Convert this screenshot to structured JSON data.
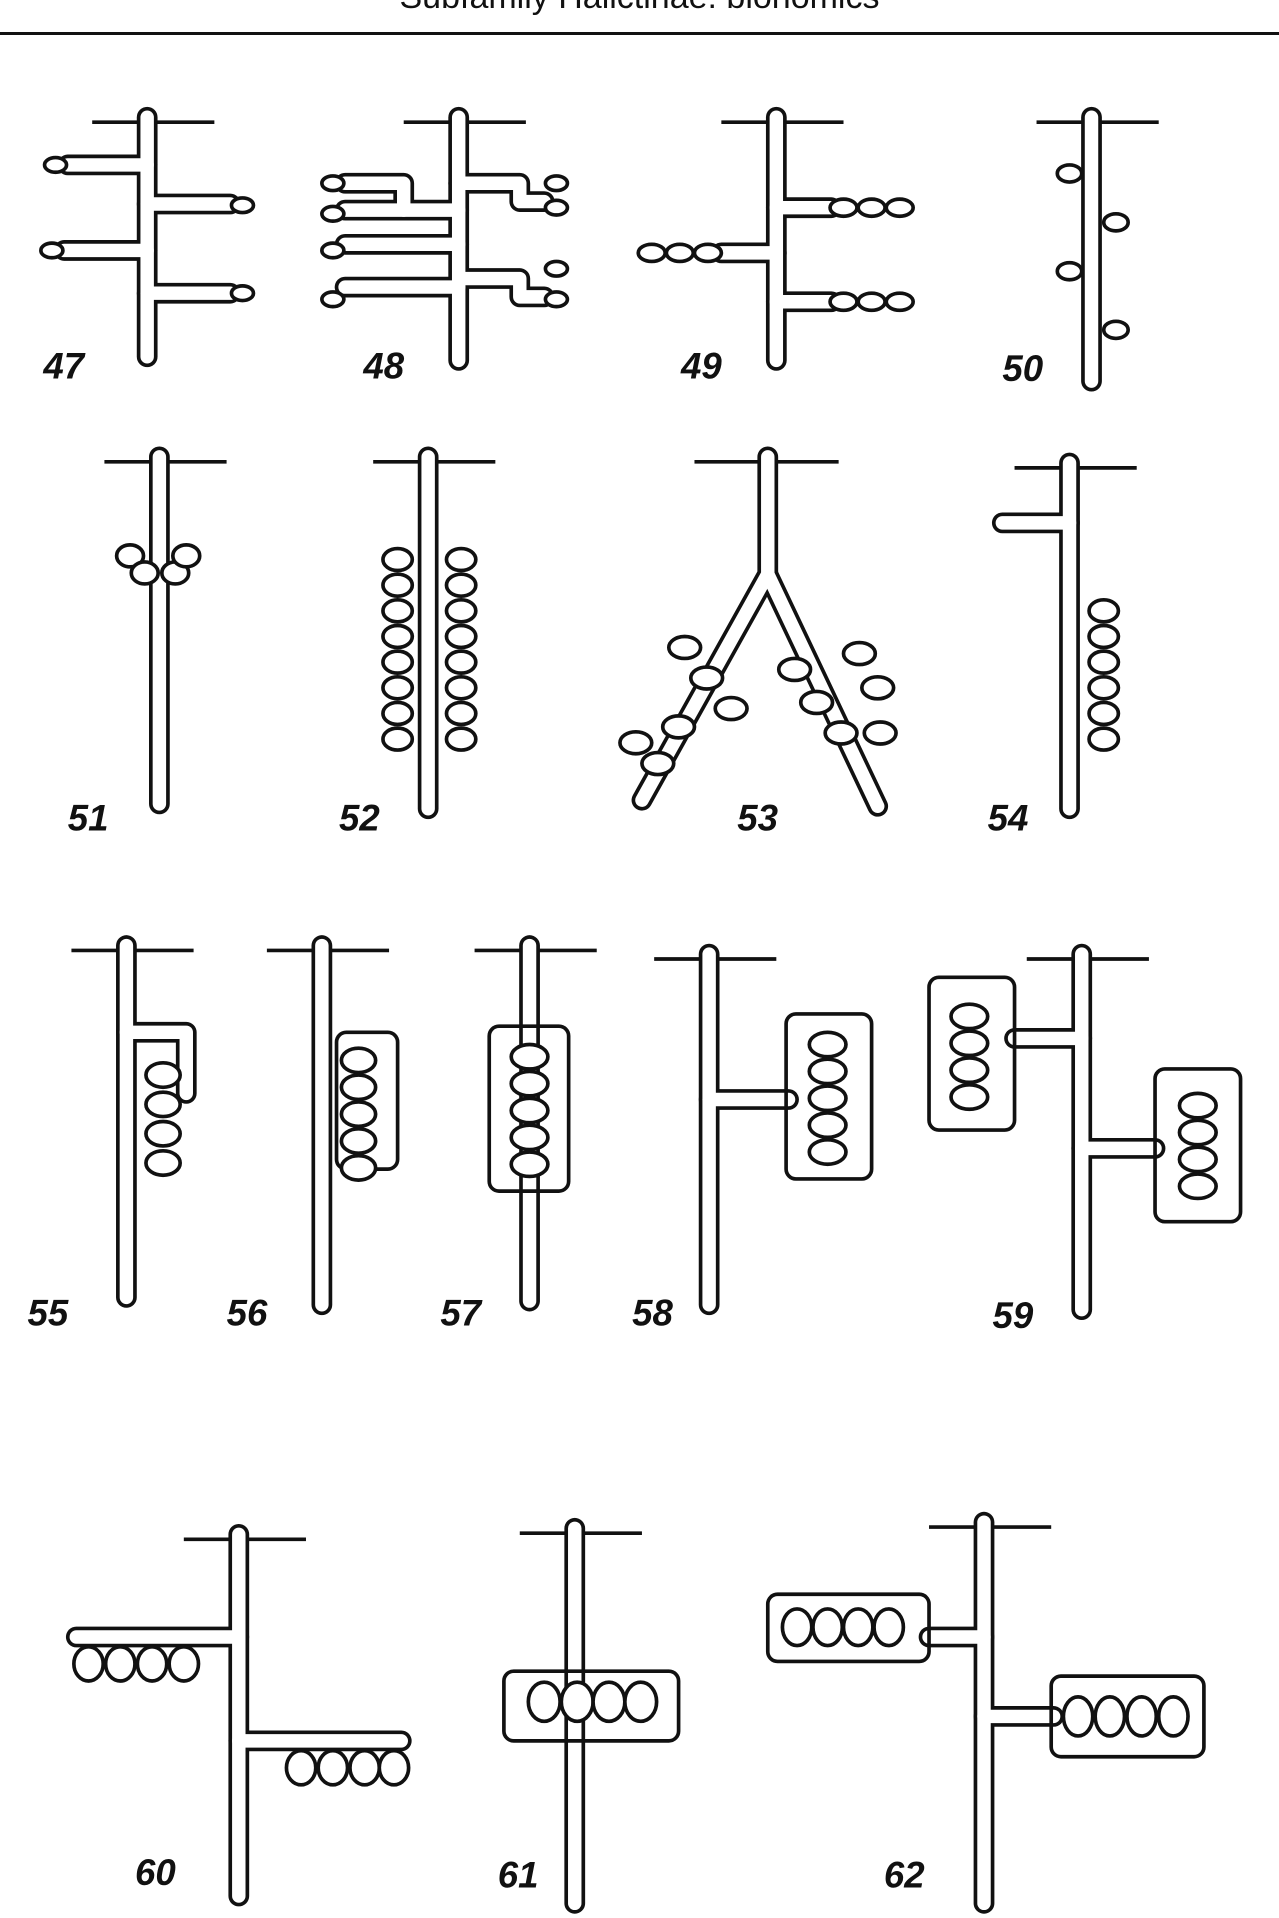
{
  "header": {
    "title": "Subfamily Halictinae: bionomics"
  },
  "figures": [
    {
      "number": "47"
    },
    {
      "number": "48"
    },
    {
      "number": "49"
    },
    {
      "number": "50"
    },
    {
      "number": "51"
    },
    {
      "number": "52"
    },
    {
      "number": "53"
    },
    {
      "number": "54"
    },
    {
      "number": "55"
    },
    {
      "number": "56"
    },
    {
      "number": "57"
    },
    {
      "number": "58"
    },
    {
      "number": "59"
    },
    {
      "number": "60"
    },
    {
      "number": "61"
    },
    {
      "number": "62"
    }
  ],
  "colors": {
    "ink": "#111111",
    "paper": "#ffffff"
  }
}
